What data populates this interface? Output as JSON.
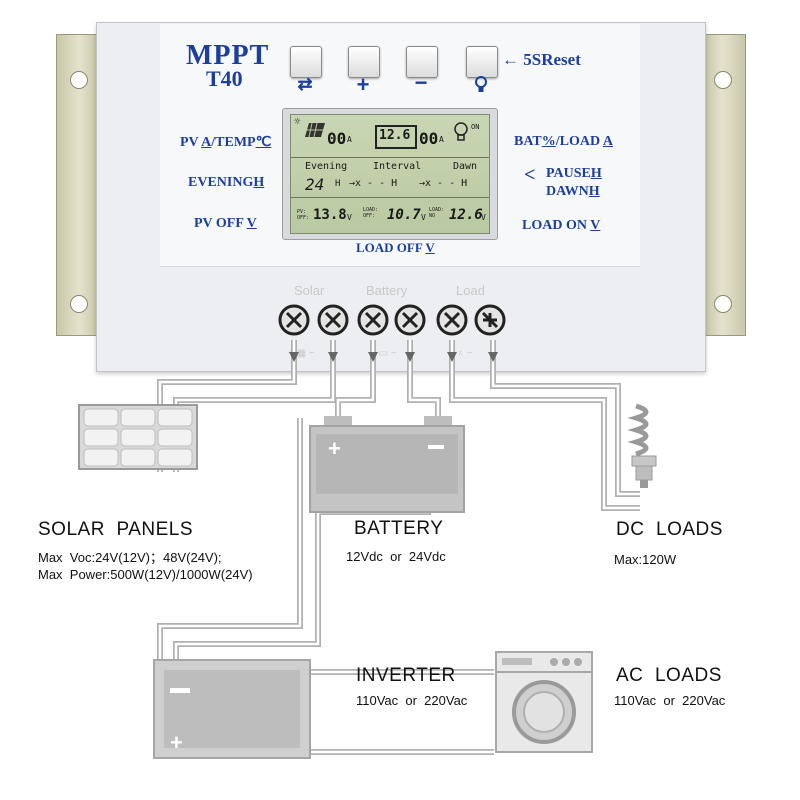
{
  "controller": {
    "brand": "MPPT",
    "model": "T40",
    "reset_hint": "5SReset",
    "buttons": [
      {
        "name": "cycle-button",
        "symbol": "⇄"
      },
      {
        "name": "plus-button",
        "symbol": "+"
      },
      {
        "name": "minus-button",
        "symbol": "−"
      },
      {
        "name": "light-button",
        "symbol": "💡"
      }
    ],
    "left_labels": {
      "pv_temp_pre": "PV ",
      "pv_temp_u": "A",
      "pv_temp_mid": "/TEMP",
      "pv_temp_u2": "℃",
      "evening_pre": "EVENING",
      "evening_u": "H",
      "pv_off_pre": "PV OFF ",
      "pv_off_u": "V"
    },
    "right_labels": {
      "bat_pre": "BAT",
      "bat_u": "%",
      "bat_mid": "/LOAD ",
      "bat_u2": "A",
      "pause_pre": "PAUSE",
      "pause_u": "H",
      "dawn_pre": "DAWN",
      "dawn_u": "H",
      "load_on_pre": "LOAD ON ",
      "load_on_u": "V"
    },
    "bottom_label_pre": "LOAD OFF ",
    "bottom_label_u": "V",
    "terminals": [
      "Solar",
      "Battery",
      "Load"
    ]
  },
  "lcd": {
    "pv_value": "00",
    "pv_unit": "A",
    "battery_value": "12.6",
    "load_value": "00",
    "load_unit": "A",
    "load_on": "ON",
    "evening": "Evening",
    "interval": "Interval",
    "dawn": "Dawn",
    "evening_val": "24",
    "evening_unit": "H",
    "interval_val": "→x - - H",
    "dawn_val": "→x - - H",
    "pv_off_tag": "PV: OFF:",
    "pv_off_val": "13.8",
    "load_off_tag": "LOAD: OFF:",
    "load_off_val": "10.7",
    "load_on_tag": "LOAD: NO",
    "load_on_val": "12.6",
    "volt_unit": "V"
  },
  "components": {
    "solar": {
      "title": "SOLAR  PANELS",
      "line1": "Max  Voc:24V(12V)；48V(24V);",
      "line2": "Max  Power:500W(12V)/1000W(24V)"
    },
    "battery": {
      "title": "BATTERY",
      "spec": "12Vdc  or  24Vdc"
    },
    "dc_loads": {
      "title": "DC  LOADS",
      "spec": "Max:120W"
    },
    "inverter": {
      "title": "INVERTER",
      "spec": "110Vac  or  220Vac"
    },
    "ac_loads": {
      "title": "AC  LOADS",
      "spec": "110Vac  or  220Vac"
    }
  },
  "colors": {
    "accent": "#1c3f9e",
    "wire": "#b5b5b5",
    "lcd": "#c9d6b4",
    "panel": "#f3f4f6"
  }
}
